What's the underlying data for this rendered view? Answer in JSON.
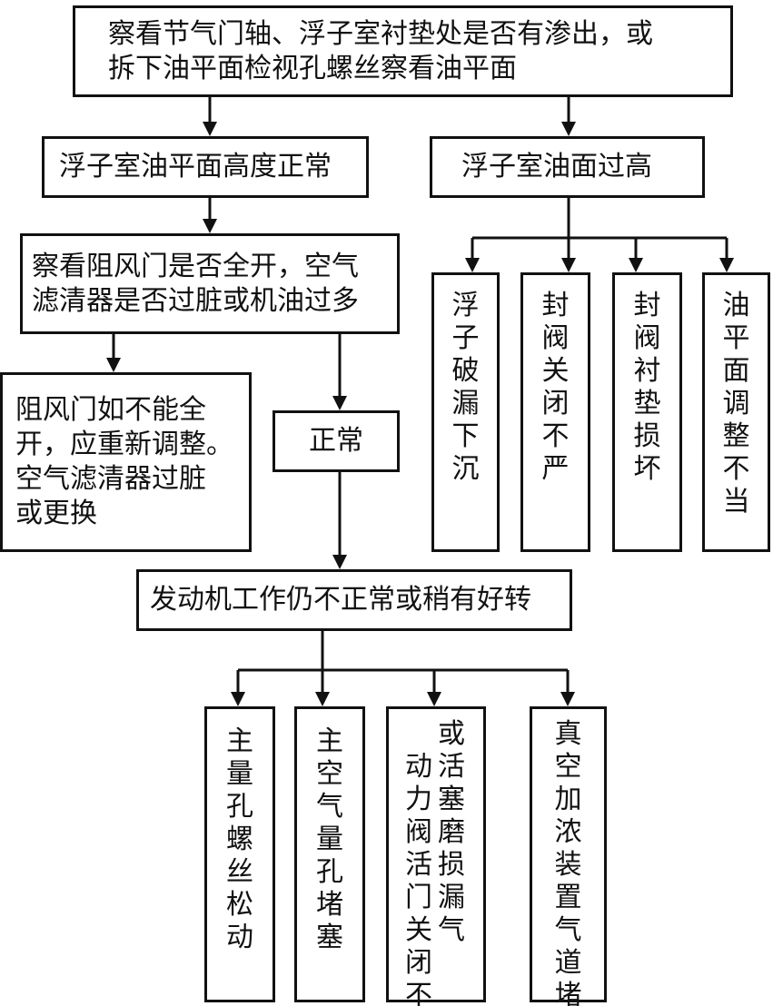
{
  "nodes": {
    "check_leak": "察看节气门轴、浮子室衬垫处是否有渗出，或\n拆下油平面检视孔螺丝察看油平面",
    "level_normal": "浮子室油平面高度正常",
    "level_high": "浮子室油面过高",
    "check_choke": "察看阻风门是否全开，空气\n滤清器是否过脏或机油过多",
    "fix_choke": "阻风门如不能全\n开，应重新调整。\n空气滤清器过脏\n或更换",
    "normal": "正常",
    "still_abnormal": "发动机工作仍不正常或稍有好转",
    "float_broken": "浮子破漏下沉",
    "valve_not_closed": "封阀关闭不严",
    "valve_gasket_damaged": "封阀衬垫损坏",
    "level_adjust_improper": "油平面调整不当",
    "main_jet_loose": "主量孔螺丝松动",
    "main_air_jet_blocked": "主空气量孔堵塞",
    "power_valve_col1": "或活塞磨损漏气",
    "power_valve_col2": "动力阀活门关闭不严",
    "vacuum_passage_blocked": "真空加浓装置气道堵塞"
  }
}
